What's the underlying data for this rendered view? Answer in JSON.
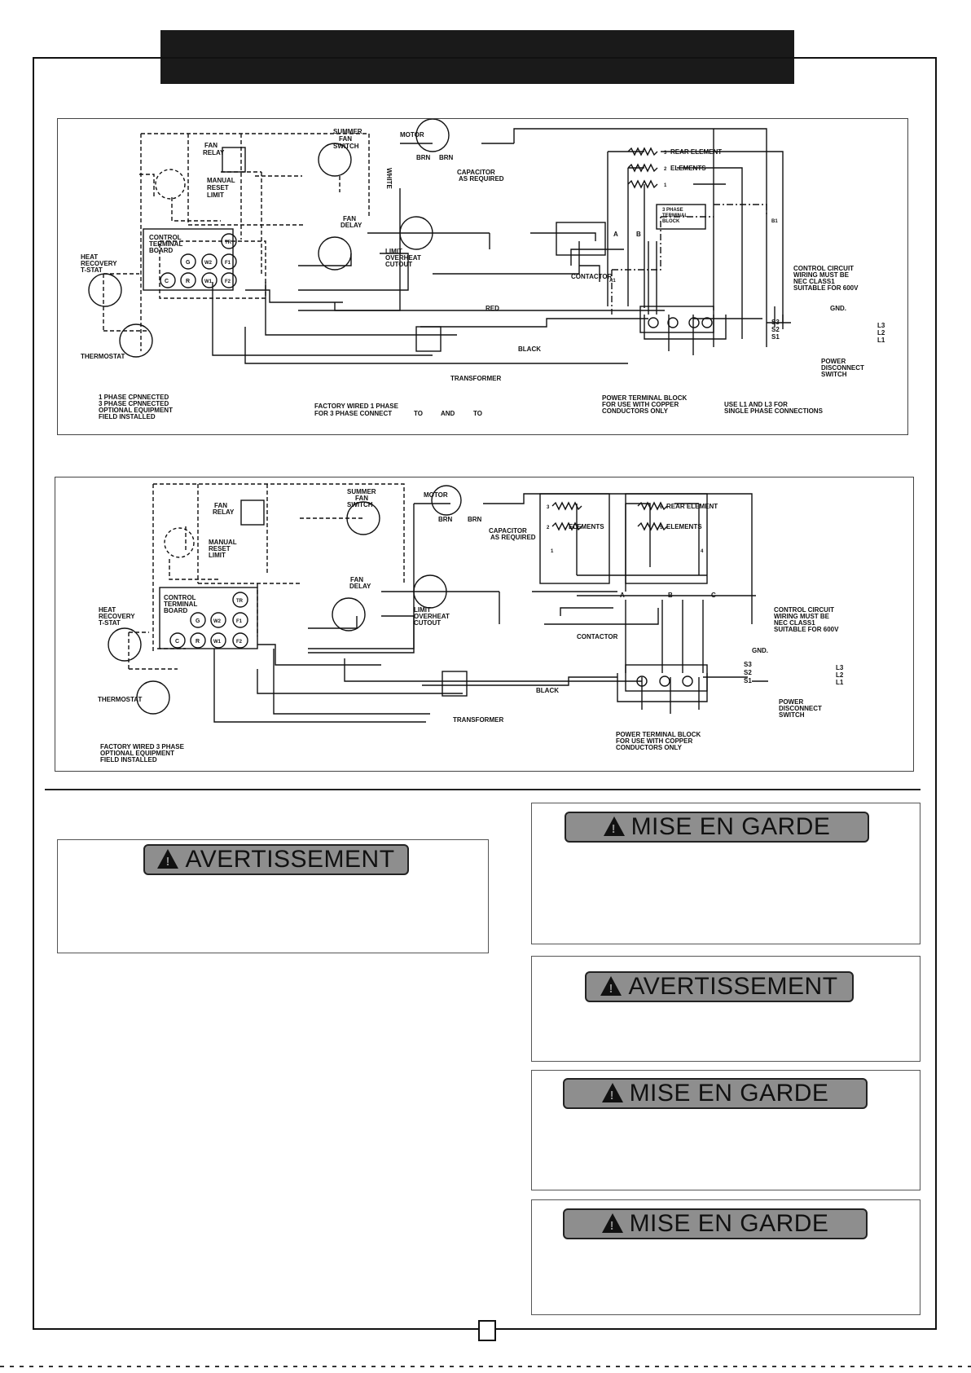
{
  "diagram1": {
    "labels": {
      "fan_relay": [
        "FAN",
        "RELAY"
      ],
      "manual_reset_limit": [
        "MANUAL",
        "RESET",
        "LIMIT"
      ],
      "summer_fan_switch": [
        "SUMMER",
        "FAN",
        "SWITCH"
      ],
      "white": "WHITE",
      "motor": "MOTOR",
      "brn_left": "BRN",
      "brn_right": "BRN",
      "capacitor": [
        "CAPACITOR",
        "AS REQUIRED"
      ],
      "fan_delay": [
        "FAN",
        "DELAY"
      ],
      "control_terminal_board": [
        "CONTROL",
        "TERMINAL",
        "BOARD"
      ],
      "heat_recovery": [
        "HEAT",
        "RECOVERY",
        "T-STAT"
      ],
      "limit_overheat": [
        "LIMIT",
        "OVERHEAT",
        "CUTOUT"
      ],
      "contactor": "CONTACTOR",
      "thermostat": "THERMOSTAT",
      "transformer": "TRANSFORMER",
      "red": "RED",
      "black": "BLACK",
      "rear_element": "REAR ELEMENT",
      "elements": "ELEMENTS",
      "three_phase_block": [
        "3 PHASE",
        "TERMINAL",
        "BLOCK"
      ],
      "control_circuit": [
        "CONTROL CIRCUIT",
        "WIRING MUST BE",
        "NEC CLASS1",
        "SUITABLE FOR 600V"
      ],
      "gnd": "GND.",
      "s3": "S3",
      "s2": "S2",
      "s1": "S1",
      "l3": "L3",
      "l2": "L2",
      "l1": "L1",
      "power_disconnect": [
        "POWER",
        "DISCONNECT",
        "SWITCH"
      ],
      "power_terminal_block": [
        "POWER TERMINAL BLOCK",
        "FOR USE WITH COPPER",
        "CONDUCTORS ONLY"
      ],
      "use_l1_l3": [
        "USE L1 AND L3 FOR",
        "SINGLE PHASE CONNECTIONS"
      ],
      "legend": [
        "1 PHASE CPNNECTED",
        "3 PHASE CPNNECTED",
        "OPTIONAL EQUIPMENT",
        "FIELD INSTALLED"
      ],
      "factory_wired": [
        "FACTORY WIRED 1 PHASE",
        "FOR 3 PHASE CONNECT",
        "TO",
        "AND",
        "TO"
      ],
      "terminals": [
        "G",
        "W2",
        "F1",
        "C",
        "R",
        "W1",
        "F2",
        "TR"
      ],
      "node_a": "A",
      "node_b": "B",
      "node_a1": "A1",
      "node_b1": "B1",
      "element_nums": [
        "3",
        "2",
        "1"
      ]
    }
  },
  "diagram2": {
    "labels": {
      "fan_relay": [
        "FAN",
        "RELAY"
      ],
      "manual_reset_limit": [
        "MANUAL",
        "RESET",
        "LIMIT"
      ],
      "summer_fan_switch": [
        "SUMMER",
        "FAN",
        "SWITCH"
      ],
      "motor": "MOTOR",
      "brn_left": "BRN",
      "brn_right": "BRN",
      "capacitor": [
        "CAPACITOR",
        "AS REQUIRED"
      ],
      "fan_delay": [
        "FAN",
        "DELAY"
      ],
      "control_terminal_board": [
        "CONTROL",
        "TERMINAL",
        "BOARD"
      ],
      "heat_recovery": [
        "HEAT",
        "RECOVERY",
        "T-STAT"
      ],
      "limit_overheat": [
        "LIMIT",
        "OVERHEAT",
        "CUTOUT"
      ],
      "contactor": "CONTACTOR",
      "thermostat": "THERMOSTAT",
      "transformer": "TRANSFORMER",
      "black": "BLACK",
      "rear_element": "REAR ELEMENT",
      "elements_left": "ELEMENTS",
      "elements_right": "ELEMENTS",
      "control_circuit": [
        "CONTROL CIRCUIT",
        "WIRING MUST BE",
        "NEC CLASS1",
        "SUITABLE FOR 600V"
      ],
      "gnd": "GND.",
      "s3": "S3",
      "s2": "S2",
      "s1": "S1",
      "l3": "L3",
      "l2": "L2",
      "l1": "L1",
      "power_disconnect": [
        "POWER",
        "DISCONNECT",
        "SWITCH"
      ],
      "power_terminal_block": [
        "POWER TERMINAL BLOCK",
        "FOR USE WITH COPPER",
        "CONDUCTORS ONLY"
      ],
      "legend": [
        "FACTORY WIRED 3 PHASE",
        "OPTIONAL EQUIPMENT",
        "FIELD INSTALLED"
      ],
      "terminals": [
        "G",
        "W2",
        "F1",
        "C",
        "R",
        "W1",
        "F2",
        "TR"
      ],
      "node_a": "A",
      "node_b": "B",
      "node_c": "C",
      "element_nums": [
        "3",
        "2",
        "1",
        "6",
        "5",
        "4"
      ]
    }
  },
  "warnings": {
    "avertissement_left": "AVERTISSEMENT",
    "mise_en_garde_1": "MISE EN GARDE",
    "avertissement_right": "AVERTISSEMENT",
    "mise_en_garde_2": "MISE EN GARDE",
    "mise_en_garde_3": "MISE EN GARDE"
  }
}
